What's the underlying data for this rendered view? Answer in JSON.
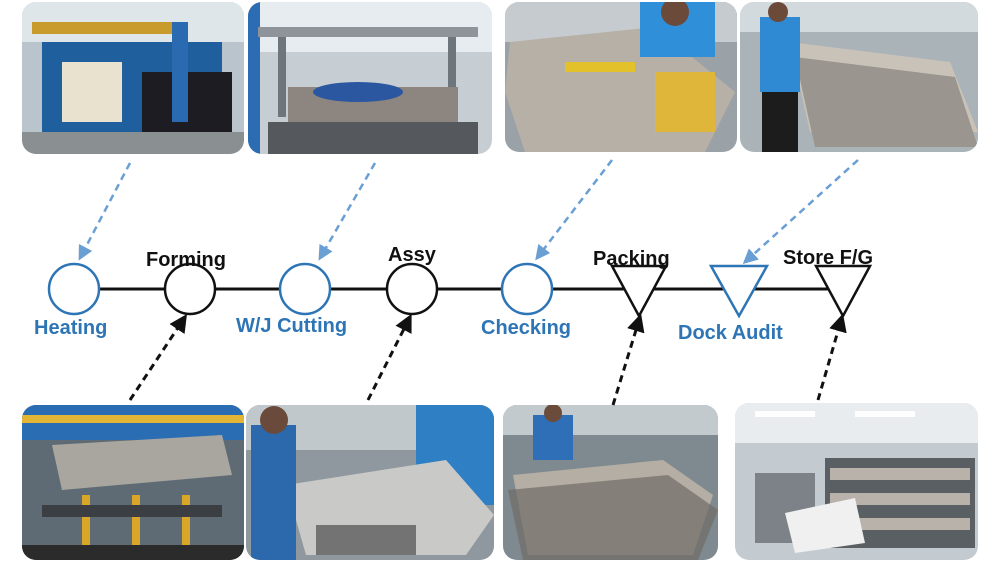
{
  "colors": {
    "process_blue": "#2e75b6",
    "process_black": "#111111",
    "arrow_blue": "#6a9fd4"
  },
  "stages": [
    {
      "label": "Heating",
      "type": "operation",
      "color": "blue"
    },
    {
      "label": "Forming",
      "type": "operation",
      "color": "black"
    },
    {
      "label": "W/J Cutting",
      "type": "operation",
      "color": "blue"
    },
    {
      "label": "Assy",
      "type": "operation",
      "color": "black"
    },
    {
      "label": "Checking",
      "type": "inspection",
      "color": "blue"
    },
    {
      "label": "Packing",
      "type": "storage",
      "color": "black"
    },
    {
      "label": "Dock Audit",
      "type": "inspection-triangle",
      "color": "blue"
    },
    {
      "label": "Store F/G",
      "type": "storage",
      "color": "black"
    }
  ],
  "photos": [
    {
      "name": "heating-machine-photo"
    },
    {
      "name": "forming-press-photo"
    },
    {
      "name": "checking-headliner-photo"
    },
    {
      "name": "dock-audit-stack-photo"
    },
    {
      "name": "forming-jig-photo"
    },
    {
      "name": "assembly-headliner-photo"
    },
    {
      "name": "packing-cart-photo"
    },
    {
      "name": "store-fg-racks-photo"
    }
  ]
}
